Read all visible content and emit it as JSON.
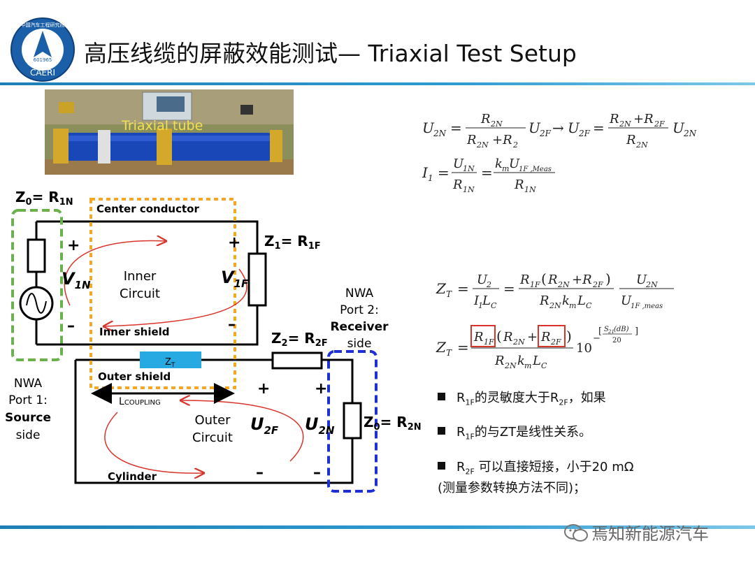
{
  "header": {
    "title": "高压线缆的屏蔽效能测试— Triaxial Test Setup",
    "logo_text": "CAERI",
    "logo_ring_text": "中国汽车工程研究院",
    "logo_number": "601965"
  },
  "photo": {
    "label": "Triaxial tube"
  },
  "diagram": {
    "z0_left_main": "Z",
    "z0_left_sub": "0",
    "z0_left_eq": "= R",
    "z0_left_rsub": "1N",
    "center_conductor": "Center conductor",
    "z1_main": "Z",
    "z1_sub": "1",
    "z1_eq": "= R",
    "z1_rsub": "1F",
    "plus_left": "+",
    "plus_right": "+",
    "v1n_main": "V",
    "v1n_sub": "1N",
    "v1f_main": "V",
    "v1f_sub": "1F",
    "inner_circuit_1": "Inner",
    "inner_circuit_2": "Circuit",
    "minus_left": "–",
    "minus_right": "–",
    "inner_shield": "Inner shield",
    "nwa2_1": "NWA",
    "nwa2_2": "Port 2:",
    "nwa2_3": "Receiver",
    "nwa2_4": "side",
    "z2_main": "Z",
    "z2_sub": "2",
    "z2_eq": "= R",
    "z2_rsub": "2F",
    "zt_main": "Z",
    "zt_sub": "T",
    "outer_shield": "Outer shield",
    "nwa1_1": "NWA",
    "nwa1_2": "Port 1:",
    "nwa1_3": "Source",
    "nwa1_4": "side",
    "lcoupling": "L",
    "lcoupling_sub": "COUPLING",
    "plus_u2f": "+",
    "plus_u2n": "+",
    "outer_circuit_1": "Outer",
    "outer_circuit_2": "Circuit",
    "u2f_main": "U",
    "u2f_sub": "2F",
    "u2n_main": "U",
    "u2n_sub": "2N",
    "z0_right_main": "Z",
    "z0_right_sub": "0",
    "z0_right_eq": "= R",
    "z0_right_rsub": "2N",
    "cylinder": "Cylinder",
    "minus_u2f": "–",
    "minus_u2n": "–"
  },
  "bullets": [
    {
      "r": "R",
      "r_sub": "1F",
      "text": "的灵敏度大于R",
      "r2_sub": "2F",
      "tail": "，如果"
    },
    {
      "r": "R",
      "r_sub": "1F",
      "text": "的与ZT是线性关系。"
    },
    {
      "r": "R",
      "r_sub": "2F",
      "text": " 可以直接短接，小于20 mΩ",
      "line2": "(测量参数转换方法不同)；"
    }
  ],
  "watermark": "焉知新能源汽车",
  "colors": {
    "title_line": "#2e9bd0",
    "green_box": "#6ab04c",
    "orange_box": "#f5a623",
    "blue_box": "#1f2fd6",
    "zt_fill": "#27a9e1",
    "arrow_red": "#d9342b",
    "highlight_red": "#d9342b"
  }
}
